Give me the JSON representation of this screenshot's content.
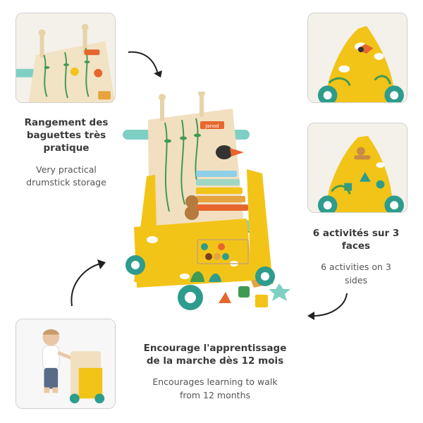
{
  "features": [
    {
      "fr": [
        "Rangement des",
        "baguettes très",
        "pratique"
      ],
      "en": [
        "Very practical",
        "drumstick storage"
      ]
    },
    {
      "fr": [
        "6 activités sur 3",
        "faces"
      ],
      "en": [
        "6 activities on 3",
        "sides"
      ]
    },
    {
      "fr": [
        "Encourage l'apprentissage",
        "de la marche dès 12 mois"
      ],
      "en": [
        "Encourages learning to walk",
        "from 12 months"
      ]
    }
  ],
  "logo_text": "Janod",
  "colors": {
    "yellow": "#f2c418",
    "mint": "#7fd0c4",
    "teal": "#2e9c8c",
    "wood": "#f1dfbf",
    "leaf": "#3f9a54",
    "orange": "#e6662d"
  }
}
